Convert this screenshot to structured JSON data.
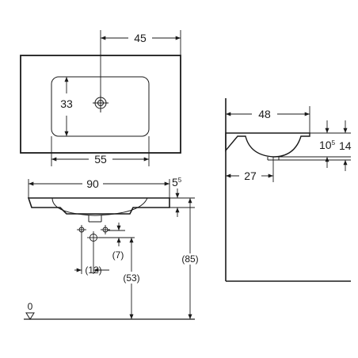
{
  "top_view": {
    "dim_tap_offset": "45",
    "dim_bowl_depth": "33",
    "dim_bowl_width": "55"
  },
  "front_view": {
    "dim_total_width": "90",
    "dim_rim_height": {
      "base": "5",
      "sup": "5"
    },
    "dim_trap_offset": "(12)",
    "dim_trap_drop": "(7)",
    "dim_outlet_height": "(53)",
    "dim_install_height": "(85)",
    "floor_label": "0"
  },
  "side_view": {
    "dim_depth": "48",
    "dim_bowl_height": {
      "base": "10",
      "sup": "5"
    },
    "dim_total_height": "14",
    "dim_drain_offset": "27"
  }
}
